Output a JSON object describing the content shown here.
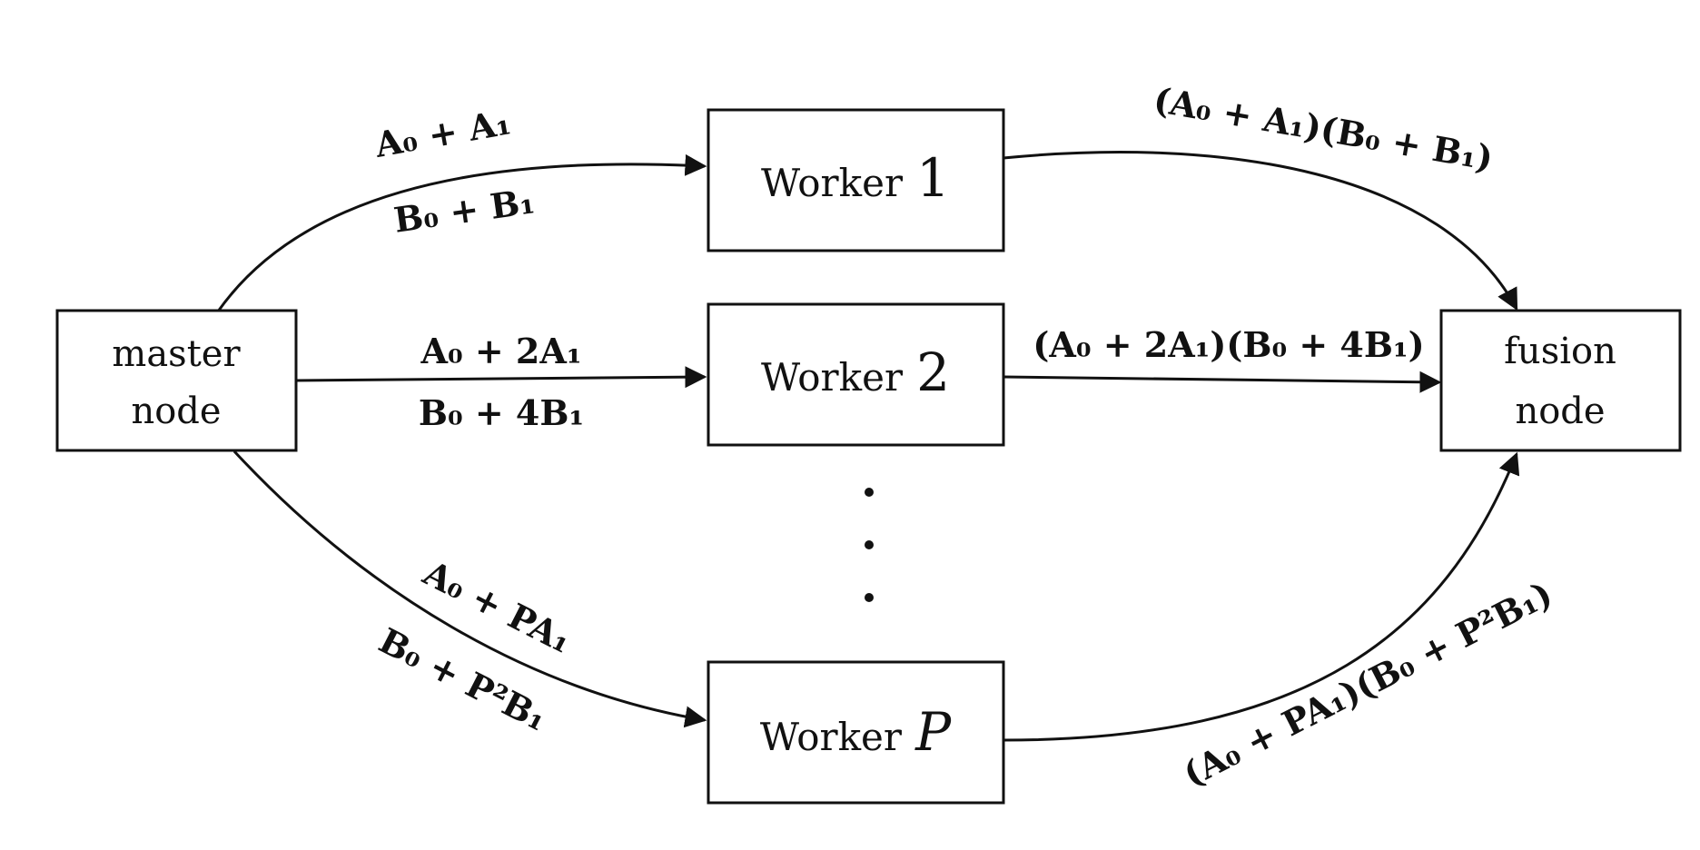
{
  "nodes": {
    "master": {
      "line1": "master",
      "line2": "node"
    },
    "fusion": {
      "line1": "fusion",
      "line2": "node"
    },
    "worker_1": {
      "label": "Worker",
      "index": "1"
    },
    "worker_2": {
      "label": "Worker",
      "index": "2"
    },
    "worker_p": {
      "label": "Worker",
      "index": "P"
    }
  },
  "edge_labels": {
    "to_worker_1": {
      "a": "A₀ + A₁",
      "b": "B₀ + B₁"
    },
    "to_worker_2": {
      "a": "A₀ + 2A₁",
      "b": "B₀ + 4B₁"
    },
    "to_worker_p": {
      "a": "A₀ + PA₁",
      "b": "B₀ + P²B₁"
    },
    "from_worker_1": "(A₀ + A₁)(B₀ + B₁)",
    "from_worker_2": "(A₀ + 2A₁)(B₀ + 4B₁)",
    "from_worker_p": "(A₀ + PA₁)(B₀ + P²B₁)"
  },
  "ellipsis": "⋮"
}
